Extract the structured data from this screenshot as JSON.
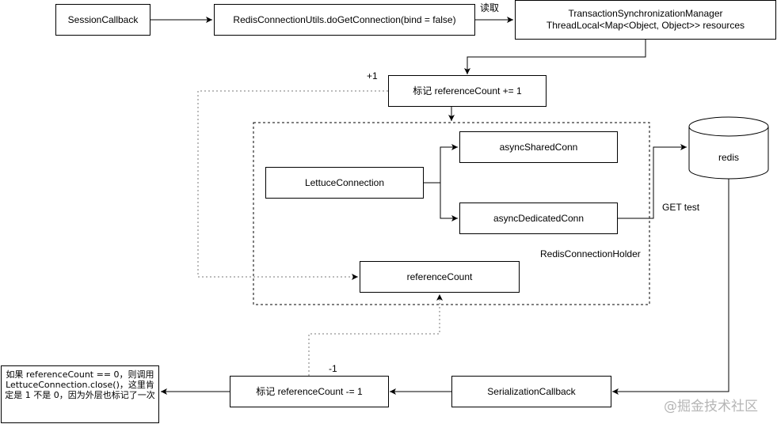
{
  "nodes": {
    "session_callback": "SessionCallback",
    "redis_utils": "RedisConnectionUtils.doGetConnection(bind = false)",
    "tsm_line1": "TransactionSynchronizationManager",
    "tsm_line2": "ThreadLocal<Map<Object, Object>> resources",
    "mark_plus": "标记 referenceCount += 1",
    "lettuce_connection": "LettuceConnection",
    "async_shared": "asyncSharedConn",
    "async_dedicated": "asyncDedicatedConn",
    "reference_count": "referenceCount",
    "holder_label": "RedisConnectionHolder",
    "redis": "redis",
    "serialization_callback": "SerializationCallback",
    "mark_minus": "标记 referenceCount -= 1",
    "note": "如果 referenceCount == 0，则调用 LettuceConnection.close()，这里肯定是 1 不是 0，因为外层也标记了一次"
  },
  "edge_labels": {
    "read": "读取",
    "plus_one": "+1",
    "minus_one": "-1",
    "get_test": "GET test"
  },
  "watermark": "@掘金技术社区"
}
